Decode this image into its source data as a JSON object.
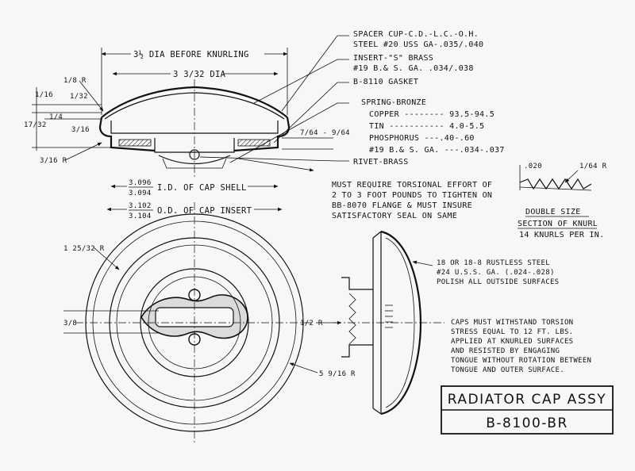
{
  "dims": {
    "dia_before_knurling": "3½ DIA BEFORE KNURLING",
    "dia": "3 3/32 DIA",
    "r_1_8": "1/8 R",
    "d_1_16": "1/16",
    "d_1_32": "1/32",
    "d_17_32": "17/32",
    "d_1_4": "1/4",
    "d_3_16": "3/16",
    "r_3_16": "3/16 R",
    "d_7_64_9_64": "7/64 - 9/64",
    "id_top": "3.096",
    "id_bot": "3.094",
    "id_label": "I.D. OF CAP SHELL",
    "od_top": "3.102",
    "od_bot": "3.104",
    "od_label": "O.D. OF CAP INSERT",
    "r_1_25_32": "1 25/32 R",
    "d_3_8": "3/8",
    "r_half": "1/2 R",
    "r_5_9_16": "5 9/16 R",
    "knurl_020": ".020",
    "knurl_r": "1/64 R"
  },
  "notes": {
    "spacer_cup_1": "SPACER CUP-C.D.-L.C.-O.H.",
    "spacer_cup_2": "STEEL #20 USS GA-.035/.040",
    "insert_1": "INSERT-\"S\" BRASS",
    "insert_2": "#19 B.& S. GA. .034/.038",
    "gasket": "B-8110 GASKET",
    "spring": "SPRING-BRONZE",
    "copper": "COPPER -------- 93.5-94.5",
    "tin": "TIN ----------- 4.0-5.5",
    "phosphorus": "PHOSPHORUS ---.40-.60",
    "spring_ga": "#19 B.& S. GA. ---.034-.037",
    "rivet": "RIVET-BRASS",
    "torsion_1": "MUST REQUIRE TORSIONAL EFFORT OF",
    "torsion_2": "2 TO 3 FOOT POUNDS TO TIGHTEN ON",
    "torsion_3": "BB-8070 FLANGE & MUST INSURE",
    "torsion_4": "SATISFACTORY SEAL ON SAME",
    "knurl_1": "DOUBLE SIZE",
    "knurl_2": "SECTION OF KNURL",
    "knurl_3": "14 KNURLS PER IN.",
    "steel_1": "18 OR 18-8 RUSTLESS STEEL",
    "steel_2": "#24 U.S.S. GA. (.024-.028)",
    "steel_3": "POLISH ALL OUTSIDE SURFACES",
    "caps_1": "CAPS MUST WITHSTAND TORSION",
    "caps_2": "STRESS EQUAL TO 12 FT. LBS.",
    "caps_3": "APPLIED AT KNURLED SURFACES",
    "caps_4": "AND RESISTED BY ENGAGING",
    "caps_5": "TONGUE WITHOUT ROTATION BETWEEN",
    "caps_6": "TONGUE AND OUTER SURFACE."
  },
  "title_block": {
    "name": "RADIATOR CAP ASSY",
    "number": "B-8100-BR"
  }
}
